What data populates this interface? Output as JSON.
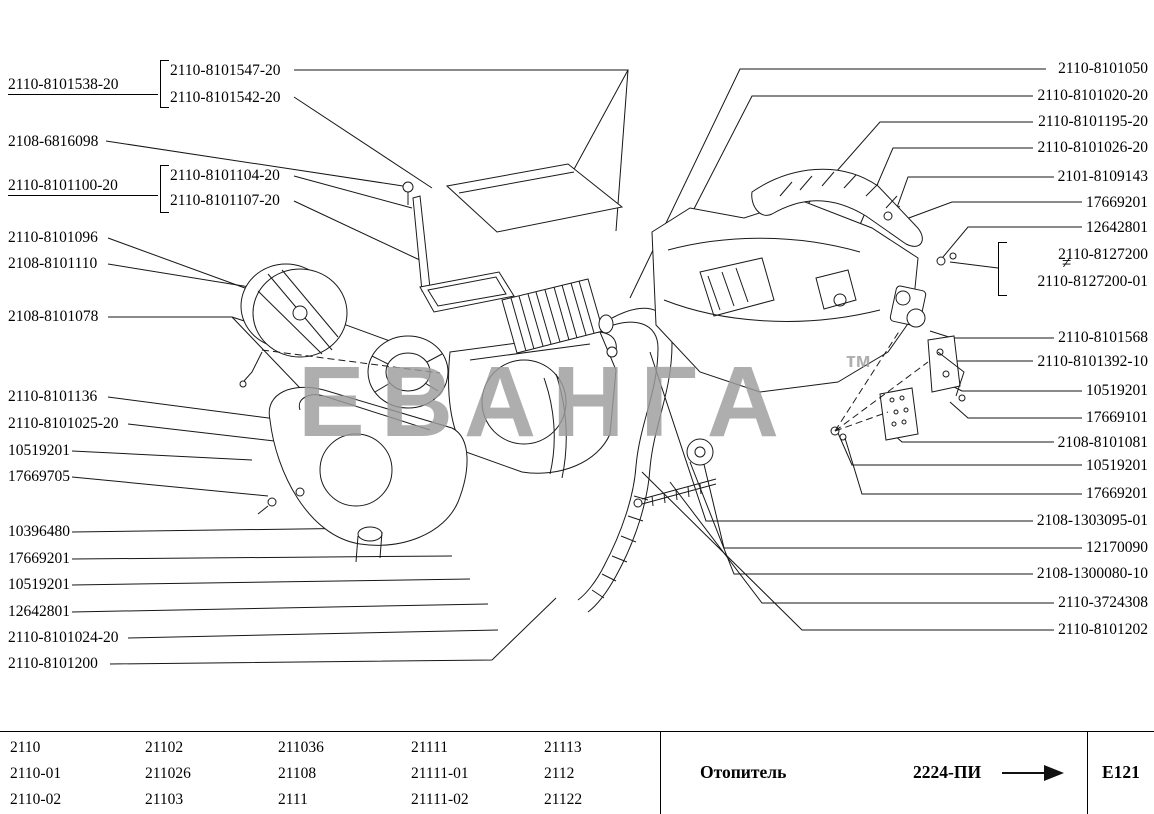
{
  "watermark": {
    "text": "ЕВАНГА",
    "tm_suffix": "тм"
  },
  "diagram": {
    "neq_symbol": "≠",
    "left_labels": [
      {
        "text": "2110-8101538-20",
        "underline": true
      },
      {
        "text": "2110-8101547-20",
        "underline": false
      },
      {
        "text": "2110-8101542-20",
        "underline": false
      },
      {
        "text": "2108-6816098",
        "underline": false
      },
      {
        "text": "2110-8101100-20",
        "underline": true
      },
      {
        "text": "2110-8101104-20",
        "underline": false
      },
      {
        "text": "2110-8101107-20",
        "underline": false
      },
      {
        "text": "2110-8101096",
        "underline": false
      },
      {
        "text": "2108-8101110",
        "underline": false
      },
      {
        "text": "2108-8101078",
        "underline": false
      },
      {
        "text": "2110-8101136",
        "underline": false
      },
      {
        "text": "2110-8101025-20",
        "underline": false
      },
      {
        "text": "10519201",
        "underline": false
      },
      {
        "text": "17669705",
        "underline": false
      },
      {
        "text": "10396480",
        "underline": false
      },
      {
        "text": "17669201",
        "underline": false
      },
      {
        "text": "10519201",
        "underline": false
      },
      {
        "text": "12642801",
        "underline": false
      },
      {
        "text": "2110-8101024-20",
        "underline": false
      },
      {
        "text": "2110-8101200",
        "underline": false
      }
    ],
    "right_labels": [
      {
        "text": "2110-8101050"
      },
      {
        "text": "2110-8101020-20"
      },
      {
        "text": "2110-8101195-20"
      },
      {
        "text": "2110-8101026-20"
      },
      {
        "text": "2101-8109143"
      },
      {
        "text": "17669201"
      },
      {
        "text": "12642801"
      },
      {
        "text": "2110-8127200"
      },
      {
        "text": "2110-8127200-01"
      },
      {
        "text": "2110-8101568"
      },
      {
        "text": "2110-8101392-10"
      },
      {
        "text": "10519201"
      },
      {
        "text": "17669101"
      },
      {
        "text": "2108-8101081"
      },
      {
        "text": "10519201"
      },
      {
        "text": "17669201"
      },
      {
        "text": "2108-1303095-01"
      },
      {
        "text": "12170090"
      },
      {
        "text": "2108-1300080-10"
      },
      {
        "text": "2110-3724308"
      },
      {
        "text": "2110-8101202"
      }
    ]
  },
  "footer": {
    "table": {
      "rows": [
        [
          "2110",
          "21102",
          "211036",
          "21111",
          "21113"
        ],
        [
          "2110-01",
          "211026",
          "21108",
          "21111-01",
          "2112"
        ],
        [
          "2110-02",
          "21103",
          "2111",
          "21111-02",
          "21122"
        ]
      ]
    },
    "section_title": "Отопитель",
    "sheet_code": "2224-ПИ",
    "page_code": "Е121"
  }
}
